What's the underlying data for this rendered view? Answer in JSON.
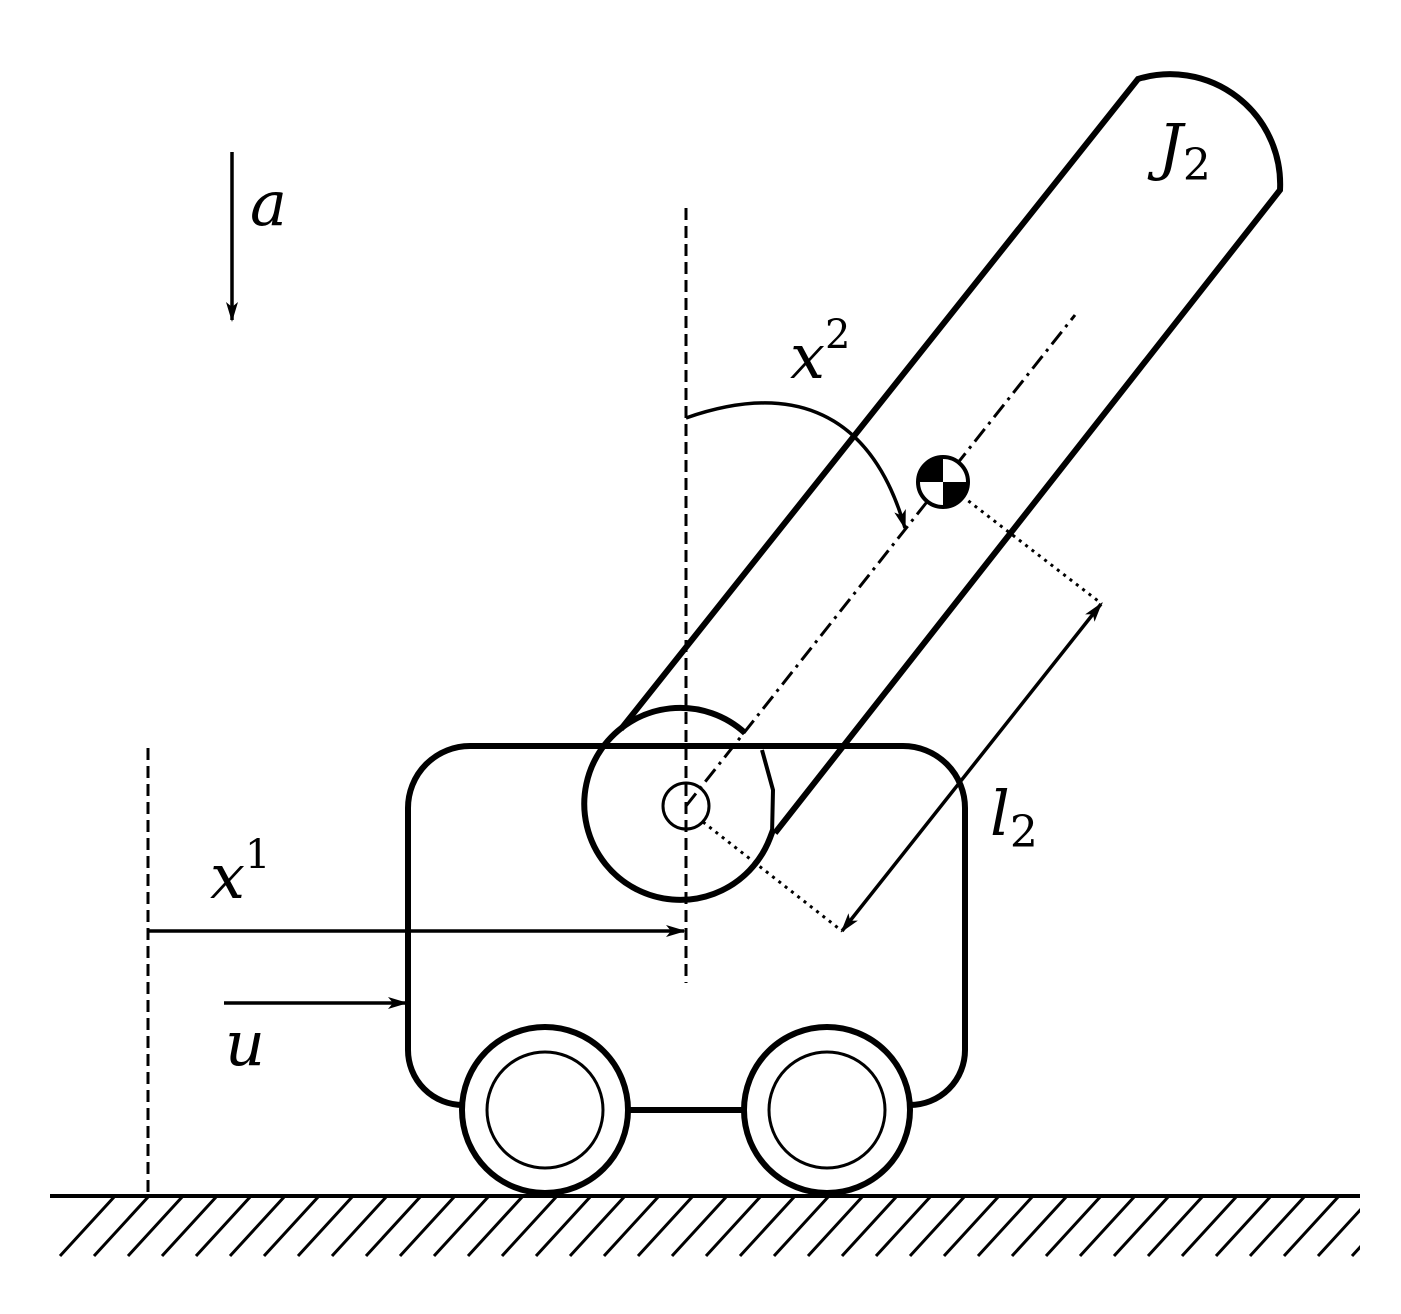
{
  "labels": {
    "gravity": {
      "base": "a"
    },
    "angle": {
      "base": "x",
      "sup": "2"
    },
    "position": {
      "base": "x",
      "sup": "1"
    },
    "force": {
      "base": "u"
    },
    "length": {
      "base": "l",
      "sub": "2"
    },
    "inertia": {
      "base": "J",
      "sub": "2"
    }
  },
  "colors": {
    "stroke": "#000000",
    "background": "#ffffff"
  }
}
